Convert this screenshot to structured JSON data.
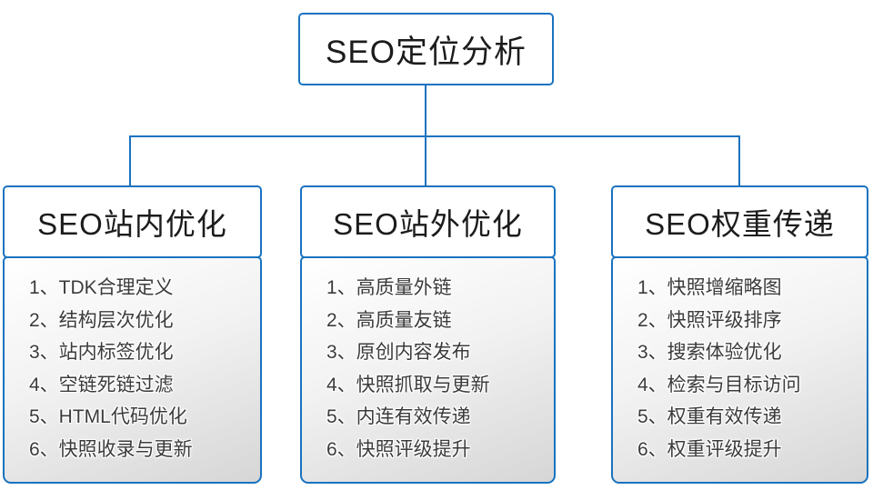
{
  "colors": {
    "line-blue": "#1973c0"
  },
  "diagram": {
    "root": {
      "title": "SEO定位分析"
    },
    "groups": [
      {
        "title": "SEO站内优化",
        "items": [
          "1、TDK合理定义",
          "2、结构层次优化",
          "3、站内标签优化",
          "4、空链死链过滤",
          "5、HTML代码优化",
          "6、快照收录与更新"
        ]
      },
      {
        "title": "SEO站外优化",
        "items": [
          "1、高质量外链",
          "2、高质量友链",
          "3、原创内容发布",
          "4、快照抓取与更新",
          "5、内连有效传递",
          "6、快照评级提升"
        ]
      },
      {
        "title": "SEO权重传递",
        "items": [
          "1、快照增缩略图",
          "2、快照评级排序",
          "3、搜索体验优化",
          "4、检索与目标访问",
          "5、权重有效传递",
          "6、权重评级提升"
        ]
      }
    ]
  }
}
